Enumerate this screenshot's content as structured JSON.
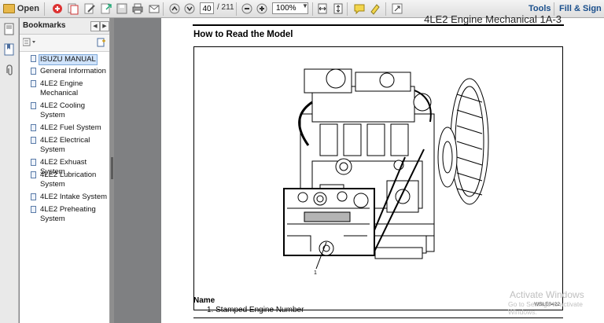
{
  "toolbar": {
    "open_label": "Open",
    "page_current": "40",
    "page_total": "/ 211",
    "zoom": "100%",
    "tools_label": "Tools",
    "fill_sign_label": "Fill & Sign"
  },
  "bookmarks": {
    "title": "Bookmarks",
    "items": [
      {
        "label": "ISUZU MANUAL"
      },
      {
        "label": "General Information"
      },
      {
        "label": "4LE2 Engine Mechanical"
      },
      {
        "label": "4LE2 Cooling System"
      },
      {
        "label": "4LE2 Fuel System"
      },
      {
        "label": "4LE2 Electrical System"
      },
      {
        "label": "4LE2 Exhuast System"
      },
      {
        "label": "4LE2 Lubrication System"
      },
      {
        "label": "4LE2 Intake System"
      },
      {
        "label": "4LE2 Preheating System"
      }
    ]
  },
  "document": {
    "header": "4LE2 Engine Mechanical 1A-3",
    "section_title": "How to Read the Model",
    "figure_callout": "1",
    "figure_code": "WSLE0422",
    "name_heading": "Name",
    "name_item": "1.   Stamped Engine Number"
  },
  "watermark": {
    "line1": "Activate Windows",
    "line2": "Go to Settings to activate Windows."
  }
}
